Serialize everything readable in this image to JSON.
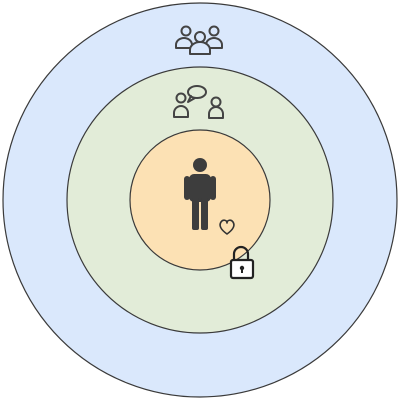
{
  "diagram": {
    "type": "concentric-circles",
    "rings": [
      {
        "level": "outer",
        "fill": "#dae8fc",
        "icon": "group-icon"
      },
      {
        "level": "middle",
        "fill": "#e2ecd8",
        "icon": "conversation-icon"
      },
      {
        "level": "inner",
        "fill": "#fce1b4",
        "icon": "person-icon"
      }
    ],
    "extra_icons": [
      "heart-icon",
      "padlock-icon"
    ],
    "stroke_color": "#3a3a3a"
  }
}
